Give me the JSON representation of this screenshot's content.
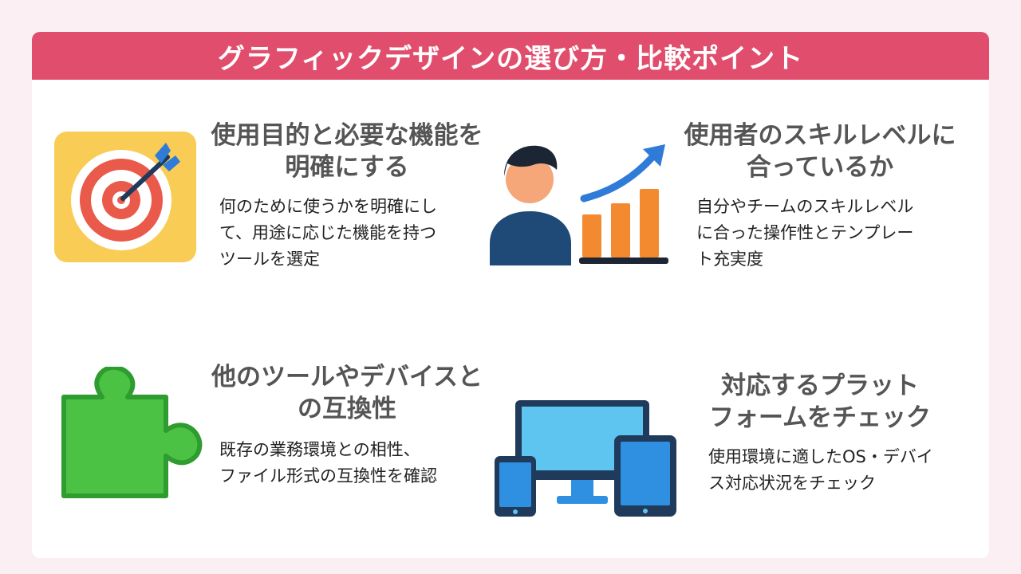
{
  "header": {
    "title": "グラフィックデザインの選び方・比較ポイント",
    "color": "#e14d6c"
  },
  "items": [
    {
      "icon": "target-icon",
      "title": "使用目的と必要な機能を\n明確にする",
      "description": "何のために使うかを明確にし\nて、用途に応じた機能を持つ\nツールを選定"
    },
    {
      "icon": "user-growth-chart-icon",
      "title": "使用者のスキルレベルに\n合っているか",
      "description": "自分やチームのスキルレベル\nに合った操作性とテンプレー\nト充実度"
    },
    {
      "icon": "puzzle-piece-icon",
      "title": "他のツールやデバイスと\nの互換性",
      "description": "既存の業務環境との相性、\nファイル形式の互換性を確認"
    },
    {
      "icon": "devices-icon",
      "title": "対応するプラット\nフォームをチェック",
      "description": "使用環境に適したOS・デバイ\nス対応状況をチェック"
    }
  ]
}
